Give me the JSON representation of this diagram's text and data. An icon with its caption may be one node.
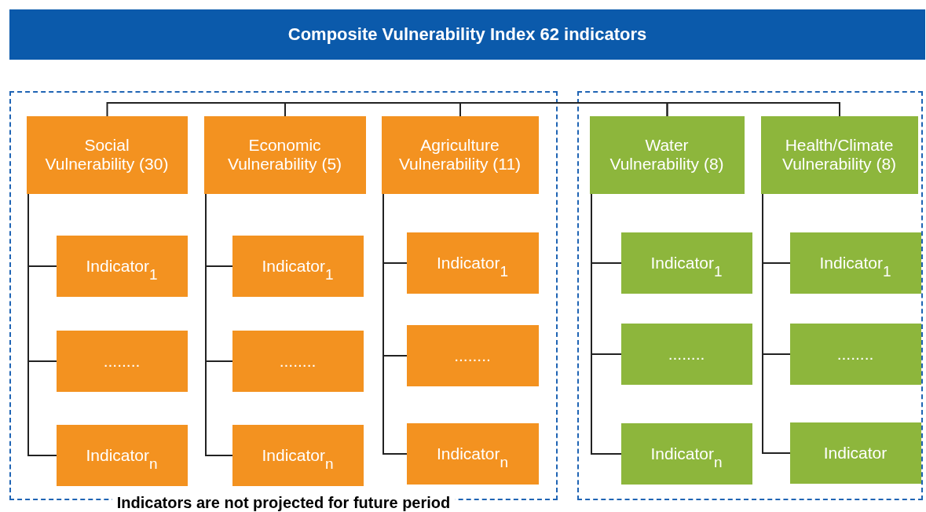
{
  "diagram": {
    "title": "Composite Vulnerability Index 62 indicators",
    "nodes": [
      {
        "text": [
          "Indicators are not projected for future period"
        ]
      },
      {
        "text": [
          "Social Vulnerability (30)"
        ],
        "in": 0
      },
      {
        "text": [
          "Indicator$_{1}$"
        ],
        "in": 0
      },
      {
        "text": [
          "........"
        ],
        "in": 0
      },
      {
        "text": [
          "Indicator$_{n}$"
        ],
        "in": 0
      },
      {
        "text": [
          "Economic Vulnerability (5)"
        ],
        "in": 0
      },
      {
        "text": [
          "Indicator$_{1}$"
        ],
        "in": 0
      },
      {
        "text": [
          "........"
        ],
        "in": 0
      },
      {
        "text": [
          "Indicator$_{n}$"
        ],
        "in": 0
      },
      {
        "text": [
          "Agriculture Vulnerability (11)"
        ],
        "in": 0
      },
      {
        "text": [
          "Indicator$_{1}$"
        ],
        "in": 0
      },
      {
        "text": [
          "........"
        ],
        "in": 0
      },
      {
        "text": [
          "Indicator$_{n}$"
        ],
        "in": 0
      },
      {
        "text": [],
        "shape": "box"
      },
      {
        "text": [
          "Water Vulnerability (8)"
        ],
        "in": 13
      },
      {
        "text": [
          "Indicator$_{1}$"
        ],
        "in": 13
      },
      {
        "text": [
          "........"
        ],
        "in": 13
      },
      {
        "text": [
          "Indicator$_{n}$"
        ],
        "in": 13
      },
      {
        "text": [
          "Health/Climate Vulnerability (8)"
        ],
        "in": 13
      },
      {
        "text": [
          "Indicator$_{1}$"
        ],
        "in": 13
      },
      {
        "text": [
          "........"
        ],
        "in": 13
      },
      {
        "text": [
          "Indicator"
        ],
        "in": 13
      }
    ],
    "edges": [
      {
        "from": 1,
        "to": 5,
        "arrow": "none"
      },
      {
        "from": 5,
        "to": 9,
        "arrow": "none"
      },
      {
        "from": 9,
        "to": 14,
        "arrow": "none"
      },
      {
        "from": 14,
        "to": 18,
        "arrow": "none"
      },
      {
        "from": 1,
        "to": 2,
        "arrow": "none"
      },
      {
        "from": 1,
        "to": 3,
        "arrow": "none"
      },
      {
        "from": 1,
        "to": 4,
        "arrow": "none"
      },
      {
        "from": 5,
        "to": 6,
        "arrow": "none"
      },
      {
        "from": 5,
        "to": 7,
        "arrow": "none"
      },
      {
        "from": 5,
        "to": 8,
        "arrow": "none"
      },
      {
        "from": 9,
        "to": 10,
        "arrow": "none"
      },
      {
        "from": 9,
        "to": 11,
        "arrow": "none"
      },
      {
        "from": 9,
        "to": 12,
        "arrow": "none"
      },
      {
        "from": 14,
        "to": 15,
        "arrow": "none"
      },
      {
        "from": 14,
        "to": 16,
        "arrow": "none"
      },
      {
        "from": 14,
        "to": 17,
        "arrow": "none"
      },
      {
        "from": 18,
        "to": 19,
        "arrow": "none"
      },
      {
        "from": 18,
        "to": 20,
        "arrow": "none"
      },
      {
        "from": 18,
        "to": 21,
        "arrow": "none"
      }
    ]
  }
}
